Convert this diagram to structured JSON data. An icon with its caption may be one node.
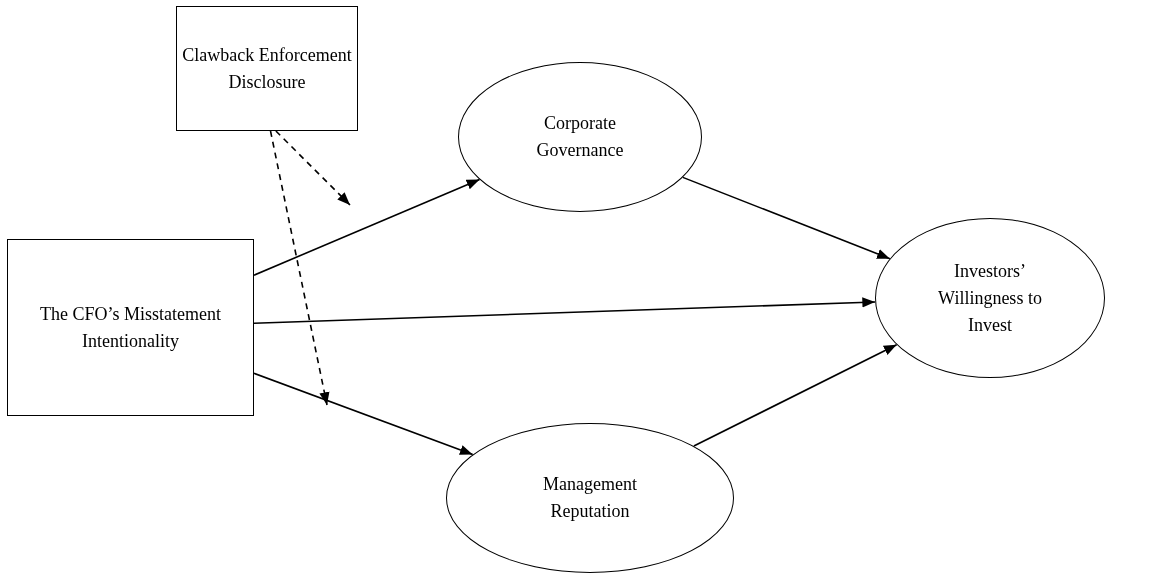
{
  "diagram": {
    "nodes": [
      {
        "text": [
          "Clawback Enforcement Disclosure"
        ]
      },
      {
        "text": [
          "The CFO’s Misstatement Intentionality"
        ]
      },
      {
        "text": [
          "Corporate Governance"
        ]
      },
      {
        "text": [
          "Investors’ Willingness to Invest"
        ]
      },
      {
        "text": [
          "Management Reputation"
        ]
      }
    ],
    "edges": [
      {
        "from": 1,
        "to": 2,
        "arrow": "to"
      },
      {
        "from": 1,
        "to": 3,
        "arrow": "to"
      },
      {
        "from": 1,
        "to": 4,
        "arrow": "to"
      },
      {
        "from": 2,
        "to": 3,
        "arrow": "to"
      },
      {
        "from": 4,
        "to": 3,
        "arrow": "to"
      },
      {
        "from": 0,
        "to": null,
        "arrow": "to",
        "style": "dashed"
      },
      {
        "from": 0,
        "to": null,
        "arrow": "to",
        "style": "dashed"
      }
    ]
  }
}
